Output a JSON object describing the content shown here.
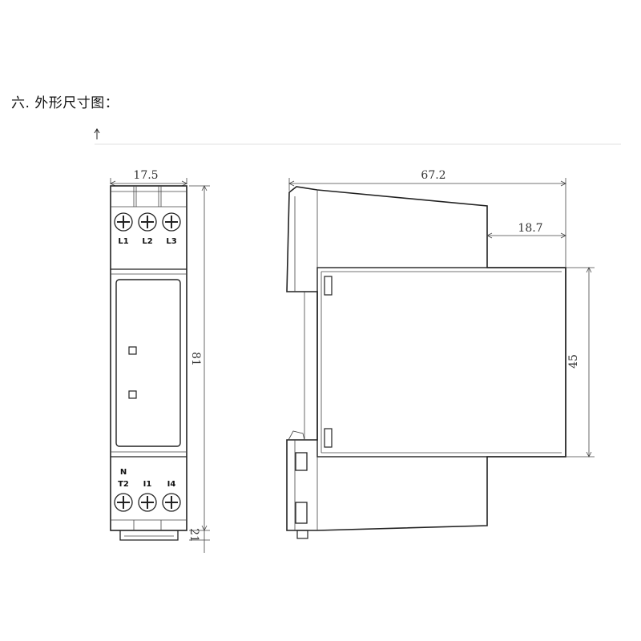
{
  "heading": "六. 外形尺寸图：",
  "front_view": {
    "width_dim": "17.5",
    "height_dim": "81",
    "bottom_dim": "21",
    "top_terminals": [
      "L1",
      "L2",
      "L3"
    ],
    "bottom_terminal_n": "N",
    "bottom_terminals": [
      "T2",
      "I1",
      "I4"
    ]
  },
  "side_view": {
    "depth_dim": "67.2",
    "step_dim": "18.7",
    "cover_height_dim": "45"
  }
}
